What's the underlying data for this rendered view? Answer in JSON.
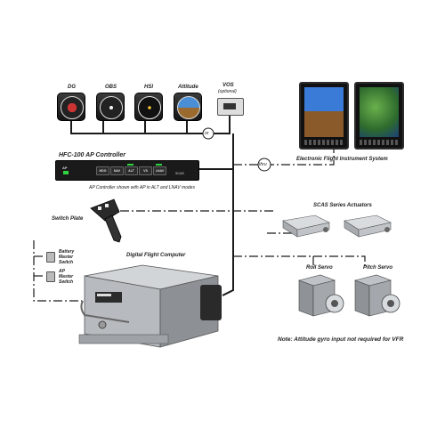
{
  "gauges": {
    "dg": "DG",
    "obs": "OBS",
    "hsi": "HSI",
    "attitude": "Attitude",
    "vos": "VOS",
    "vos_note": "(optional)"
  },
  "connectors": {
    "or": "or",
    "thru": "thru"
  },
  "efis": {
    "title": "Electronic Flight Instrument System"
  },
  "hfc": {
    "title": "HFC-100 AP Controller",
    "caption": "AP Controller shown with AP in ALT and LNAV modes",
    "ap_label": "AP",
    "buttons": [
      "HDG",
      "NAV",
      "ALT",
      "VS",
      "LNAV"
    ],
    "right_labels": [
      "SCAS"
    ]
  },
  "switch_plate": {
    "label": "Switch Plate"
  },
  "switches": {
    "battery": "Battery Master Switch",
    "ap": "AP Master Switch"
  },
  "dfc": {
    "label": "Digital Flight Computer"
  },
  "scas": {
    "label": "SCAS Series Actuators"
  },
  "servos": {
    "roll": "Roll Servo",
    "pitch": "Pitch Servo"
  },
  "note": "Note: Attitude gyro input not required for VFR",
  "colors": {
    "line": "#1a1a1a",
    "device_dark": "#1a1a1a",
    "metal": "#b9bdc2"
  }
}
